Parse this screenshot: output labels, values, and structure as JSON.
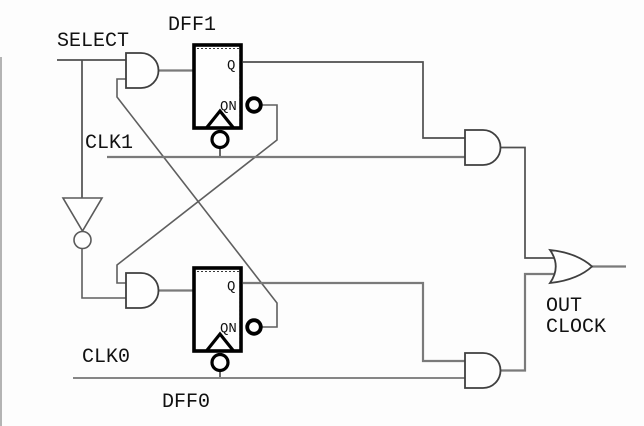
{
  "labels": {
    "select": "SELECT",
    "dff1": "DFF1",
    "clk1": "CLK1",
    "clk0": "CLK0",
    "dff0": "DFF0",
    "out_line1": "OUT",
    "out_line2": "CLOCK",
    "dff1_q": "Q",
    "dff1_qn": "QN",
    "dff0_q": "Q",
    "dff0_qn": "QN"
  },
  "components": {
    "and_gates": [
      "clk1-enable-and",
      "clk0-enable-and",
      "clk1-gating-and",
      "clk0-gating-and"
    ],
    "or_gate": "output-or-gate",
    "inverter": "select-inverter",
    "flip_flops": [
      "DFF1",
      "DFF0"
    ]
  },
  "colors": {
    "background": "#fdfdfd",
    "wire": "#7a7a7a",
    "outline": "#3f3f3f",
    "symbol": "#000000",
    "text": "#111111",
    "edge": "#b4b4b4"
  }
}
